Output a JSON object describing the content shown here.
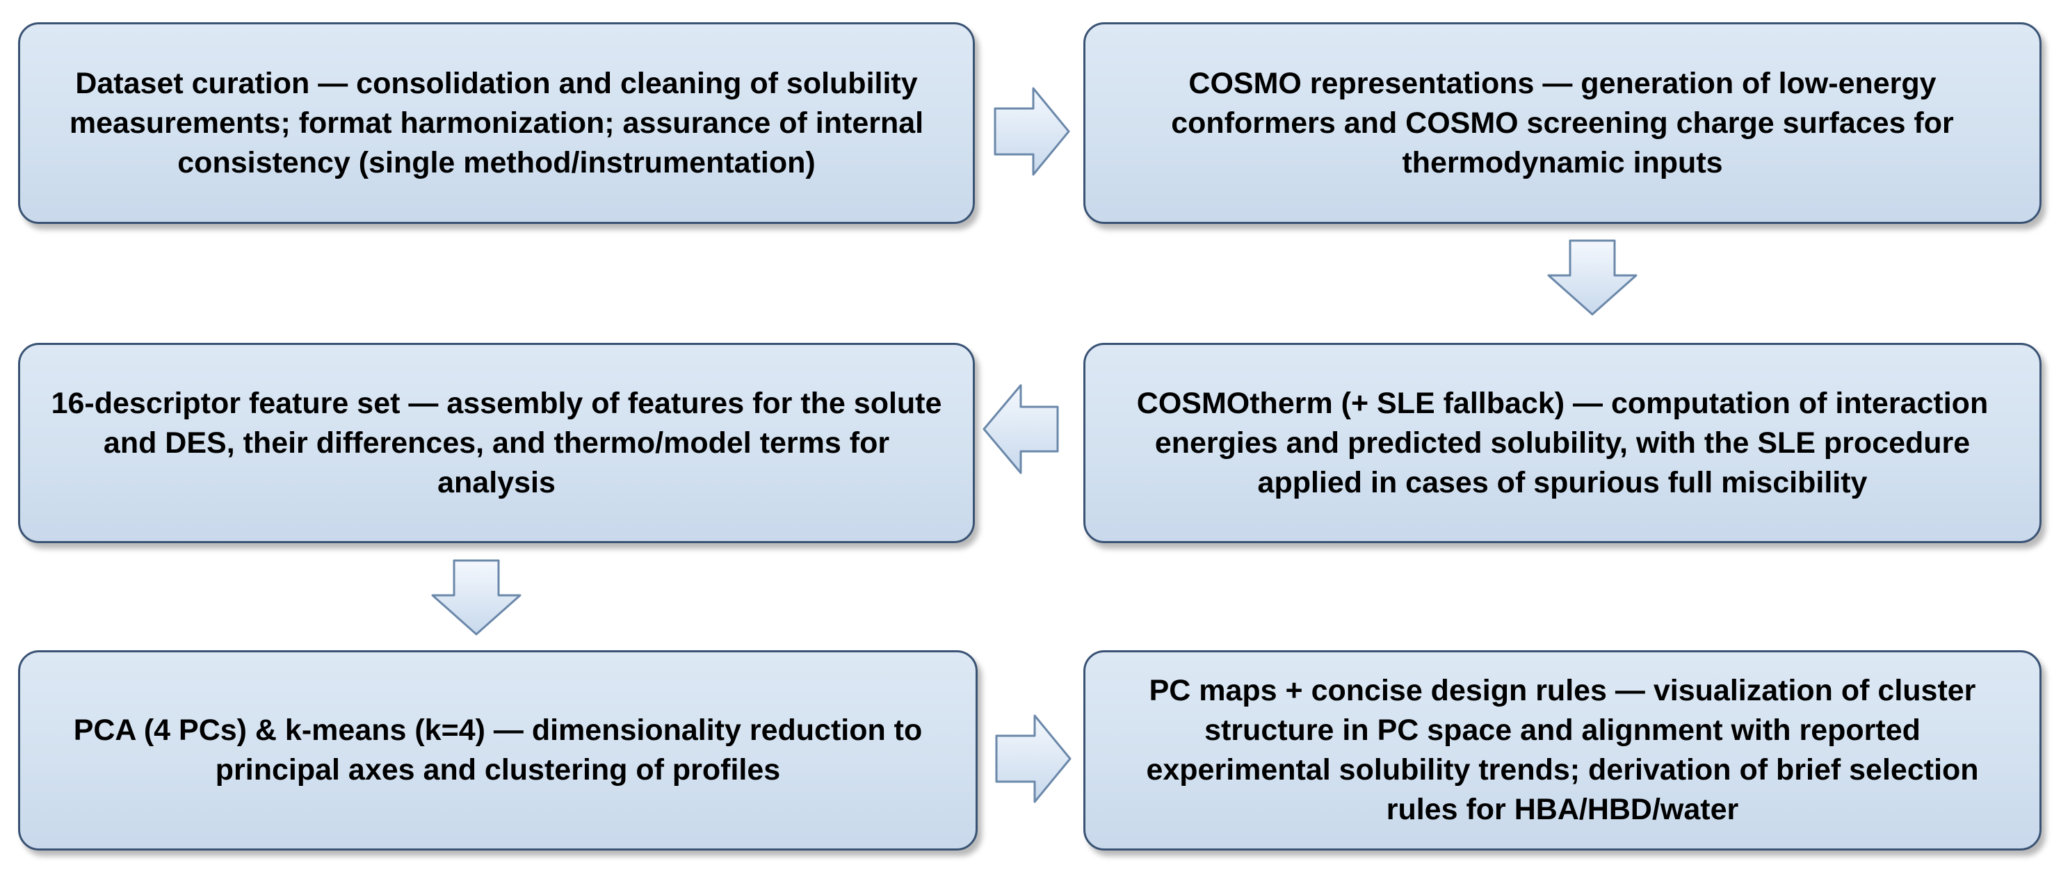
{
  "flowchart": {
    "steps": [
      {
        "id": "dataset-curation",
        "text": "Dataset curation — consolidation and cleaning of solubility measurements; format harmonization; assurance of internal consistency (single method/instrumentation)"
      },
      {
        "id": "cosmo-representations",
        "text": "COSMO representations — generation of low-energy conformers and COSMO screening charge surfaces for thermodynamic inputs"
      },
      {
        "id": "cosmotherm",
        "text": "COSMOtherm (+ SLE fallback) — computation of interaction energies and predicted solubility, with the SLE procedure applied in cases of spurious full miscibility"
      },
      {
        "id": "feature-set",
        "text": "16-descriptor feature set — assembly of features for the solute and DES, their differences, and thermo/model terms for analysis"
      },
      {
        "id": "pca-kmeans",
        "text": "PCA (4 PCs) & k-means (k=4) — dimensionality reduction to principal axes and clustering of profiles"
      },
      {
        "id": "pc-maps",
        "text": "PC maps + concise design rules — visualization of cluster structure in PC space and alignment with reported experimental solubility trends; derivation of brief selection rules for HBA/HBD/water"
      }
    ],
    "arrows": [
      "right",
      "down",
      "left",
      "down",
      "right"
    ]
  }
}
